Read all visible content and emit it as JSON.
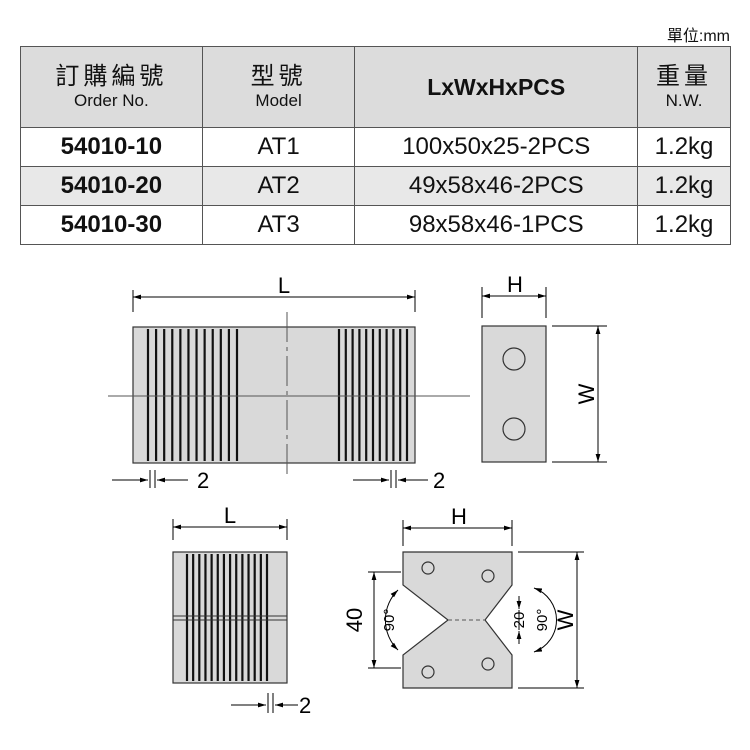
{
  "unit": "單位:mm",
  "headers": {
    "order": {
      "zh": "訂購編號",
      "en": "Order No."
    },
    "model": {
      "zh": "型號",
      "en": "Model"
    },
    "dims": "LxWxHxPCS",
    "weight": {
      "zh": "重量",
      "en": "N.W."
    }
  },
  "rows": [
    {
      "order": "54010-10",
      "model": "AT1",
      "dims": "100x50x25-2PCS",
      "weight": "1.2kg"
    },
    {
      "order": "54010-20",
      "model": "AT2",
      "dims": "49x58x46-2PCS",
      "weight": "1.2kg"
    },
    {
      "order": "54010-30",
      "model": "AT3",
      "dims": "98x58x46-1PCS",
      "weight": "1.2kg"
    }
  ],
  "drawing": {
    "top_front": {
      "dim_length": "L",
      "dim_groove": "2"
    },
    "top_side": {
      "dim_height": "H",
      "dim_width": "W"
    },
    "bottom_front": {
      "dim_length": "L",
      "dim_groove": "2"
    },
    "bottom_side": {
      "dim_height": "H",
      "dim_width": "W",
      "dim_40": "40",
      "angle_left": "90°",
      "angle_right": "90°",
      "dim_20": "20"
    }
  }
}
